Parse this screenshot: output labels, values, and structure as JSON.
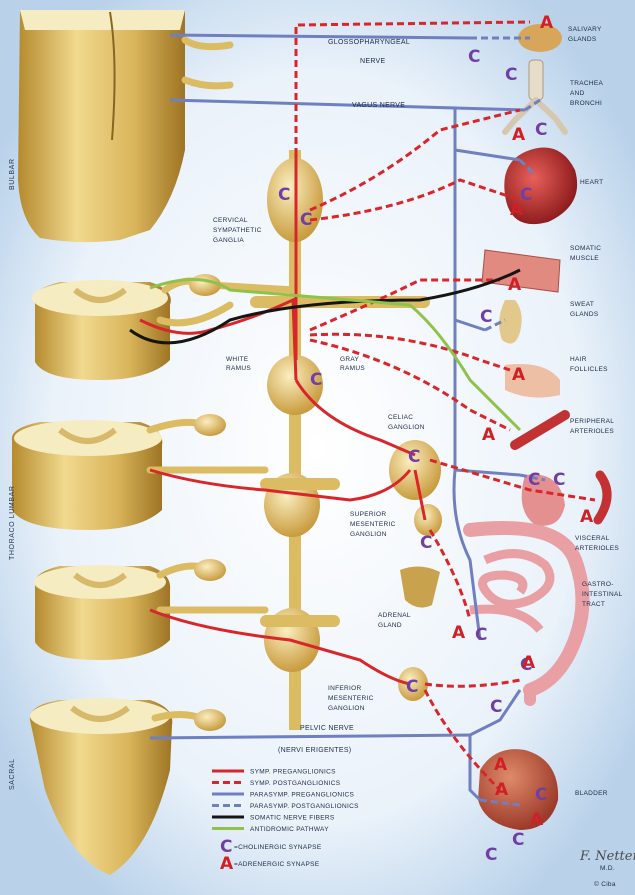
{
  "side_labels": {
    "bulbar": "BULBAR",
    "thoracolumbar": "THORACO LUMBAR",
    "sacral": "SACRAL"
  },
  "nerves": {
    "glossopharyngeal": "GLOSSOPHARYNGEAL",
    "nerve": "NERVE",
    "vagus": "VAGUS NERVE",
    "pelvic": "PELVIC NERVE",
    "nervi_erigentes": "(NERVI ERIGENTES)"
  },
  "ganglia": {
    "cervical_1": "CERVICAL",
    "cervical_2": "SYMPATHETIC",
    "cervical_3": "GANGLIA",
    "white_1": "WHITE",
    "white_2": "RAMUS",
    "gray_1": "GRAY",
    "gray_2": "RAMUS",
    "celiac_1": "CELIAC",
    "celiac_2": "GANGLION",
    "sup_mes_1": "SUPERIOR",
    "sup_mes_2": "MESENTERIC",
    "sup_mes_3": "GANGLION",
    "adrenal_1": "ADRENAL",
    "adrenal_2": "GLAND",
    "inf_mes_1": "INFERIOR",
    "inf_mes_2": "MESENTERIC",
    "inf_mes_3": "GANGLION"
  },
  "organs": {
    "salivary_1": "SALIVARY",
    "salivary_2": "GLANDS",
    "trachea_1": "TRACHEA",
    "trachea_2": "AND",
    "trachea_3": "BRONCHI",
    "heart": "HEART",
    "somatic_1": "SOMATIC",
    "somatic_2": "MUSCLE",
    "sweat_1": "SWEAT",
    "sweat_2": "GLANDS",
    "hair_1": "HAIR",
    "hair_2": "FOLLICLES",
    "periph_1": "PERIPHERAL",
    "periph_2": "ARTERIOLES",
    "visceral_1": "VISCERAL",
    "visceral_2": "ARTERIOLES",
    "gi_1": "GASTRO-",
    "gi_2": "INTESTINAL",
    "gi_3": "TRACT",
    "bladder": "BLADDER"
  },
  "legend": [
    {
      "label": "SYMP. PREGANGLIONICS",
      "color": "#d8262a",
      "dash": "none",
      "width": 3
    },
    {
      "label": "SYMP. POSTGANGLIONICS",
      "color": "#d8262a",
      "dash": "7 4",
      "width": 3
    },
    {
      "label": "PARASYMP. PREGANGLIONICS",
      "color": "#6f7fc0",
      "dash": "none",
      "width": 3
    },
    {
      "label": "PARASYMP. POSTGANGLIONICS",
      "color": "#6f7fc0",
      "dash": "7 4",
      "width": 3
    },
    {
      "label": "SOMATIC NERVE FIBERS",
      "color": "#151515",
      "dash": "none",
      "width": 3
    },
    {
      "label": "ANTIDROMIC PATHWAY",
      "color": "#8fc24a",
      "dash": "none",
      "width": 3
    }
  ],
  "legend_marks": [
    {
      "mark": "C",
      "label": "=CHOLINERGIC SYNAPSE"
    },
    {
      "mark": "A",
      "label": "=ADRENERGIC SYNAPSE"
    }
  ],
  "signature": {
    "name": "F. Netter",
    "year": "M.D.",
    "copyright": "© Ciba"
  },
  "colors": {
    "symp": "#d8262a",
    "parasymp": "#6f7fc0",
    "somatic": "#151515",
    "antidromic": "#8fc24a",
    "cord": "#e8cc7a",
    "cord_top": "#f6ecc2",
    "cholinergic": "#6f3fa6",
    "adrenergic": "#d02025"
  },
  "markers": {
    "c": "C",
    "a": "A"
  }
}
